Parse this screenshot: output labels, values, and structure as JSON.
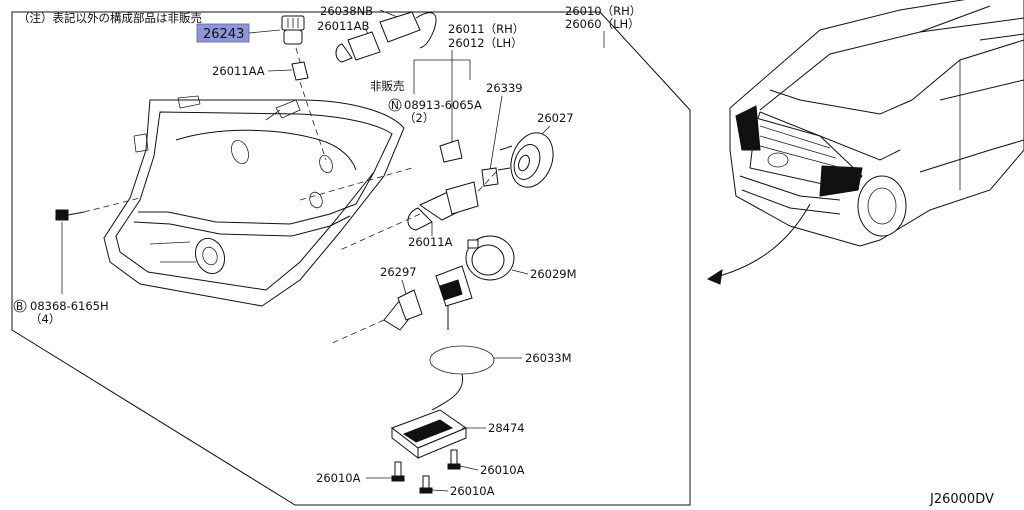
{
  "diagram": {
    "note": "（注）表記以外の構成部品は非販売",
    "code": "J26000DV",
    "callouts": {
      "p26243": "26243",
      "p26038NB": "26038NB",
      "p26011AB": "26011AB",
      "p26011AA": "26011AA",
      "p26011RH": "26011（RH）",
      "p26012LH": "26012（LH）",
      "p26010RH": "26010（RH）",
      "p26060LH": "26060（LH）",
      "hihanbai": "非販売",
      "n08913_6065A": "08913-6065A",
      "n08913_qty": "（2）",
      "p26339": "26339",
      "p26027": "26027",
      "p26011A": "26011A",
      "p26297": "26297",
      "p26029M": "26029M",
      "p26033M": "26033M",
      "p28474": "28474",
      "p26010A_1": "26010A",
      "p26010A_2": "26010A",
      "p26010A_3": "26010A",
      "b08368_6165H": "08368-6165H",
      "b08368_qty": "（4）",
      "marker_N": "N",
      "marker_B": "B"
    },
    "highlight_color": "#8f96d6"
  }
}
